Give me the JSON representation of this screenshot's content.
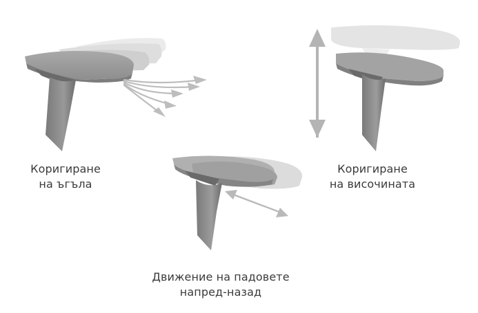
{
  "panels": [
    {
      "id": "angle",
      "caption_line1": "Коригиране",
      "caption_line2": "на ъгъла",
      "icon": "armrest-angle-adjust-icon"
    },
    {
      "id": "height",
      "caption_line1": "Коригиране",
      "caption_line2": "на височината",
      "icon": "armrest-height-adjust-icon"
    },
    {
      "id": "depth",
      "caption_line1": "Движение на падовете",
      "caption_line2": "напред-назад",
      "icon": "armrest-depth-adjust-icon"
    }
  ],
  "colors": {
    "background": "#ffffff",
    "armrest_dark": "#8a8a8a",
    "armrest_mid": "#a6a6a6",
    "armrest_ghost": "#dcdcdc",
    "arrow": "#b4b4b4",
    "text": "#3a3a3a"
  }
}
